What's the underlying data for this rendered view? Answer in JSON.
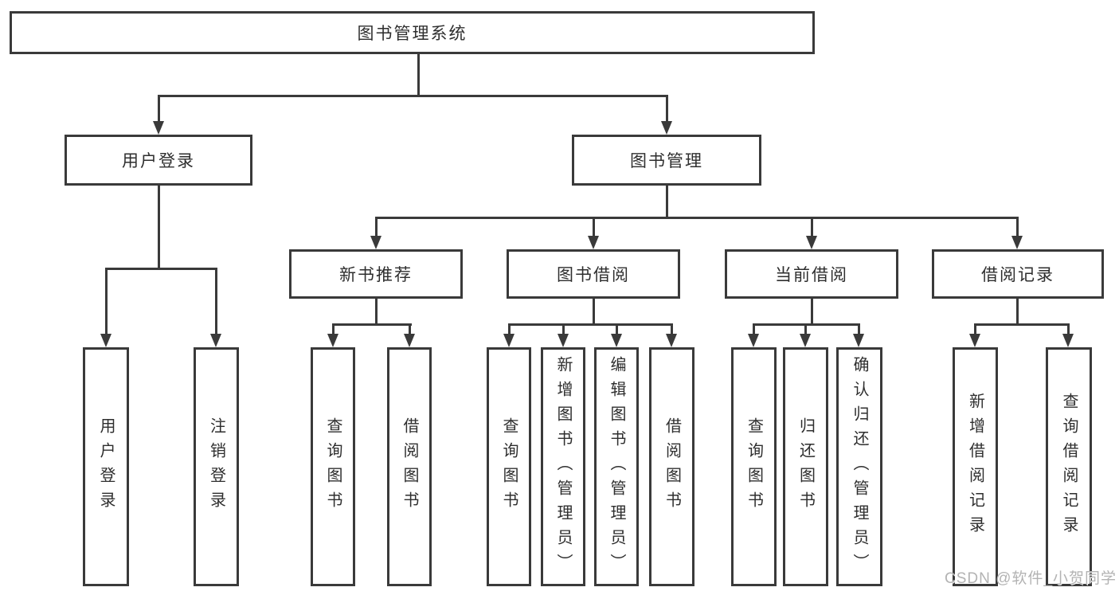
{
  "title": "图书管理系统",
  "colors": {
    "line": "#3a3a3a",
    "text": "#2e2e2e",
    "watermark": "#b3b3b3",
    "background": "#ffffff"
  },
  "tree": {
    "label": "图书管理系统",
    "children": [
      {
        "label": "用户登录",
        "children": [
          {
            "label": "用户登录"
          },
          {
            "label": "注销登录"
          }
        ]
      },
      {
        "label": "图书管理",
        "children": [
          {
            "label": "新书推荐",
            "children": [
              {
                "label": "查询图书"
              },
              {
                "label": "借阅图书"
              }
            ]
          },
          {
            "label": "图书借阅",
            "children": [
              {
                "label": "查询图书"
              },
              {
                "label": "新增图书（管理员）"
              },
              {
                "label": "编辑图书（管理员）"
              },
              {
                "label": "借阅图书"
              }
            ]
          },
          {
            "label": "当前借阅",
            "children": [
              {
                "label": "查询图书"
              },
              {
                "label": "归还图书"
              },
              {
                "label": "确认归还（管理员）"
              }
            ]
          },
          {
            "label": "借阅记录",
            "children": [
              {
                "label": "新增借阅记录"
              },
              {
                "label": "查询借阅记录"
              }
            ]
          }
        ]
      }
    ]
  },
  "watermark": "CSDN @软件_小贺同学"
}
